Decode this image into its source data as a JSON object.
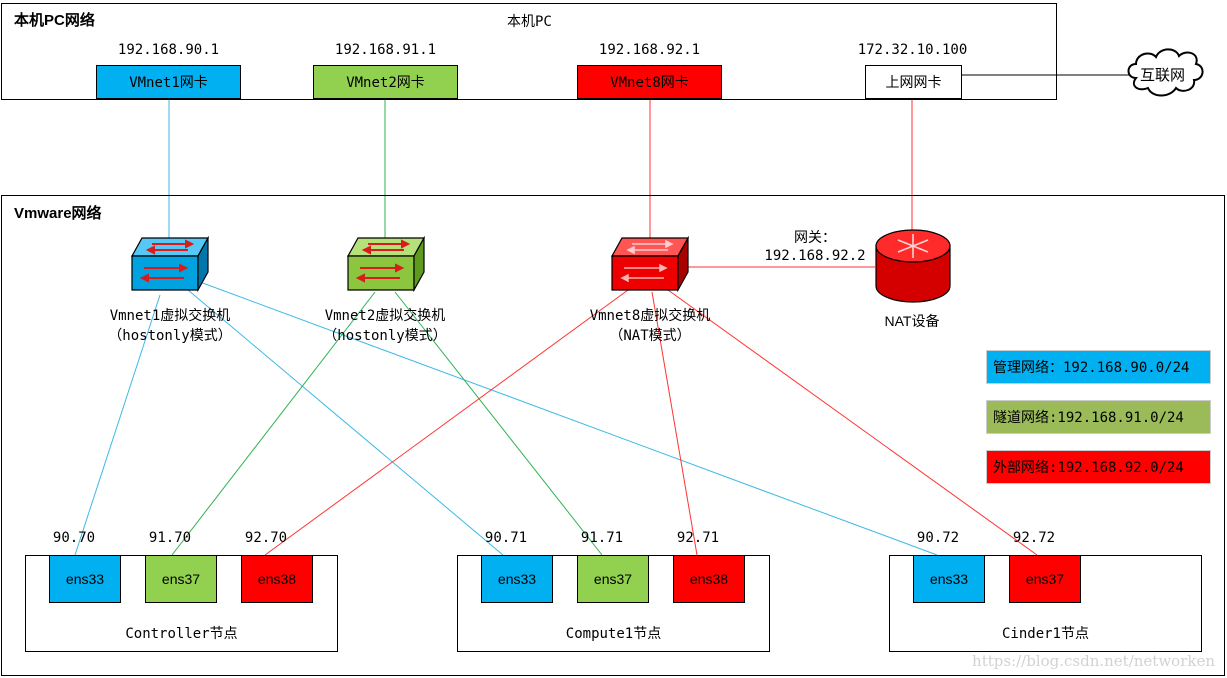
{
  "host_pc": {
    "title": "本机PC网络",
    "label": "本机PC",
    "nics": [
      {
        "id": "vmnet1",
        "label": "VMnet1网卡",
        "ip": "192.168.90.1",
        "color": "#00b0f0"
      },
      {
        "id": "vmnet2",
        "label": "VMnet2网卡",
        "ip": "192.168.91.1",
        "color": "#92d050"
      },
      {
        "id": "vmnet8",
        "label": "VMnet8网卡",
        "ip": "192.168.92.1",
        "color": "#ff0000"
      },
      {
        "id": "uplink",
        "label": "上网网卡",
        "ip": "172.32.10.100",
        "color": "#ffffff"
      }
    ]
  },
  "internet": {
    "label": "互联网",
    "icon": "cloud-icon"
  },
  "vmware": {
    "title": "Vmware网络",
    "switches": [
      {
        "id": "vmnet1",
        "line1": "Vmnet1虚拟交换机",
        "line2": "（hostonly模式）",
        "color": "#00b0f0",
        "icon": "switch-icon"
      },
      {
        "id": "vmnet2",
        "line1": "Vmnet2虚拟交换机",
        "line2": "（hostonly模式）",
        "color": "#92d050",
        "icon": "switch-icon"
      },
      {
        "id": "vmnet8",
        "line1": "Vmnet8虚拟交换机",
        "line2": "（NAT模式）",
        "color": "#ff0000",
        "icon": "switch-icon"
      }
    ],
    "gateway": {
      "line1": "网关：",
      "line2": "192.168.92.2"
    },
    "nat": {
      "label": "NAT设备",
      "icon": "router-icon",
      "color": "#ff0000"
    }
  },
  "legend": [
    {
      "text": "管理网络：192.168.90.0/24",
      "color": "#00b0f0"
    },
    {
      "text": "隧道网络:192.168.91.0/24",
      "color": "#9bbb59"
    },
    {
      "text": "外部网络:192.168.92.0/24",
      "color": "#ff0000"
    }
  ],
  "nodes": [
    {
      "label": "Controller节点",
      "ports": [
        {
          "name": "ens33",
          "ip": "90.70",
          "color": "#00b0f0"
        },
        {
          "name": "ens37",
          "ip": "91.70",
          "color": "#92d050"
        },
        {
          "name": "ens38",
          "ip": "92.70",
          "color": "#ff0000"
        }
      ]
    },
    {
      "label": "Compute1节点",
      "ports": [
        {
          "name": "ens33",
          "ip": "90.71",
          "color": "#00b0f0"
        },
        {
          "name": "ens37",
          "ip": "91.71",
          "color": "#92d050"
        },
        {
          "name": "ens38",
          "ip": "92.71",
          "color": "#ff0000"
        }
      ]
    },
    {
      "label": "Cinder1节点",
      "ports": [
        {
          "name": "ens33",
          "ip": "90.72",
          "color": "#00b0f0"
        },
        {
          "name": "ens37",
          "ip": "92.72",
          "color": "#ff0000"
        }
      ]
    }
  ],
  "wire_colors": {
    "mgmt": "#3cb9e6",
    "tunnel": "#2db24f",
    "external": "#ff3333",
    "uplink": "#000000"
  },
  "watermark": "https://blog.csdn.net/networken"
}
